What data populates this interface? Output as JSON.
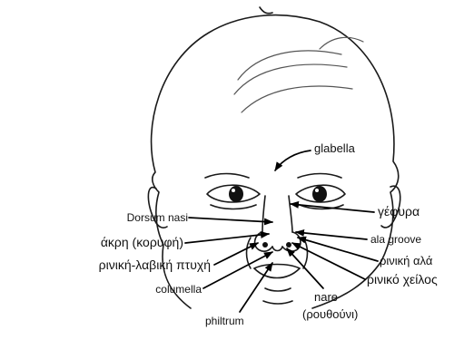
{
  "labels": {
    "glabella": "glabella",
    "gefyra": "γέφυρα",
    "dorsum_nasi": "Dorsum nasi",
    "akri": "άκρη (κορυφή)",
    "ala_groove": "ala groove",
    "riniki_lavikii": "ρινική-λαβική πτυχή",
    "riniki_ala": "ρινική αλά",
    "riniko_xeilos": "ρινικό χείλος",
    "columella": "columella",
    "nare": "nare",
    "routhouni": "(ρουθούνι)",
    "philtrum": "philtrum"
  },
  "colors": {
    "line": "#000000",
    "face": "#1a1a1a"
  }
}
